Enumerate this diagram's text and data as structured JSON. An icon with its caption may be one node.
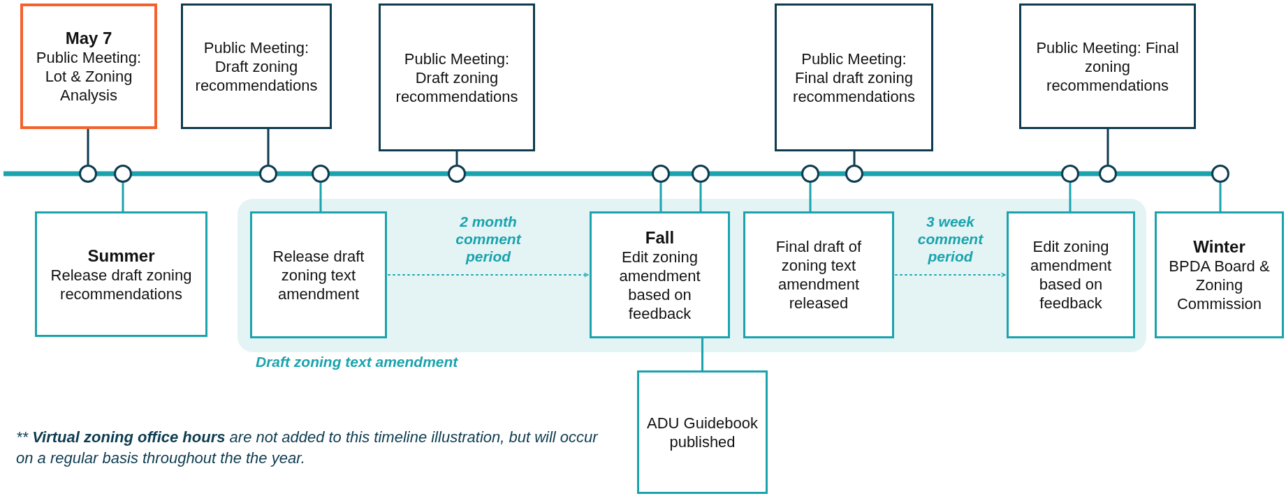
{
  "diagram": {
    "nodes": [
      {
        "text": [
          "May 7",
          "Public Meeting: Lot & Zoning Analysis"
        ]
      },
      {
        "text": [
          "Public Meeting: Draft zoning recommendations"
        ]
      },
      {
        "text": [
          "Public Meeting: Draft zoning recommendations"
        ]
      },
      {
        "text": [
          "Public Meeting: Final draft zoning recommendations"
        ]
      },
      {
        "text": [
          "Public Meeting: Final zoning recommendations"
        ]
      },
      {
        "text": [],
        "shape": "circle"
      },
      {
        "text": [],
        "shape": "circle"
      },
      {
        "text": [],
        "shape": "circle"
      },
      {
        "text": [],
        "shape": "circle"
      },
      {
        "text": [],
        "shape": "circle"
      },
      {
        "text": [],
        "shape": "circle"
      },
      {
        "text": [],
        "shape": "circle"
      },
      {
        "text": [],
        "shape": "circle"
      },
      {
        "text": [],
        "shape": "circle"
      },
      {
        "text": [],
        "shape": "circle"
      },
      {
        "text": [],
        "shape": "circle"
      },
      {
        "text": [],
        "shape": "circle"
      },
      {
        "text": [
          "Draft zoning text amendment"
        ]
      },
      {
        "text": [
          "Summer",
          "Release draft zoning recommendations"
        ]
      },
      {
        "text": [
          "Release draft zoning text amendment"
        ],
        "in": 17
      },
      {
        "text": [
          "Fall",
          "Edit zoning amendment based on feedback"
        ],
        "in": 17
      },
      {
        "text": [
          "Final draft of zoning text amendment released"
        ],
        "in": 17
      },
      {
        "text": [
          "Edit zoning amendment based on feedback"
        ],
        "in": 17
      },
      {
        "text": [
          "Winter",
          "BPDA Board & Zoning Commission"
        ]
      },
      {
        "text": [
          "ADU Guidebook published"
        ]
      }
    ],
    "edges": [
      {
        "from": 0,
        "to": 5,
        "arrow": "none",
        "color": "#0d3b4f"
      },
      {
        "from": 1,
        "to": 7,
        "arrow": "none",
        "color": "#0d3b4f"
      },
      {
        "from": 2,
        "to": 9,
        "arrow": "none",
        "color": "#0d3b4f"
      },
      {
        "from": 3,
        "to": 13,
        "arrow": "none",
        "color": "#0d3b4f"
      },
      {
        "from": 4,
        "to": 15,
        "arrow": "none",
        "color": "#0d3b4f"
      },
      {
        "from": 6,
        "to": 18,
        "arrow": "none"
      },
      {
        "from": 8,
        "to": 19,
        "arrow": "none"
      },
      {
        "from": 10,
        "to": 20,
        "arrow": "none"
      },
      {
        "from": 11,
        "to": 20,
        "arrow": "none"
      },
      {
        "from": 12,
        "to": 21,
        "arrow": "none"
      },
      {
        "from": 14,
        "to": 22,
        "arrow": "none"
      },
      {
        "from": 16,
        "to": 23,
        "arrow": "none"
      },
      {
        "from": 20,
        "to": 24,
        "arrow": "none"
      },
      {
        "from": 19,
        "to": 20,
        "arrow": "to",
        "style": "dashed",
        "label": "2 month comment period"
      },
      {
        "from": 21,
        "to": 22,
        "arrow": "to",
        "style": "dashed",
        "label": "3 week comment period"
      }
    ],
    "labels": [
      "**",
      "**Virtual zoning office hours** are not added to this timeline illustration, but will occur on a regular basis throughout the the year."
    ]
  }
}
